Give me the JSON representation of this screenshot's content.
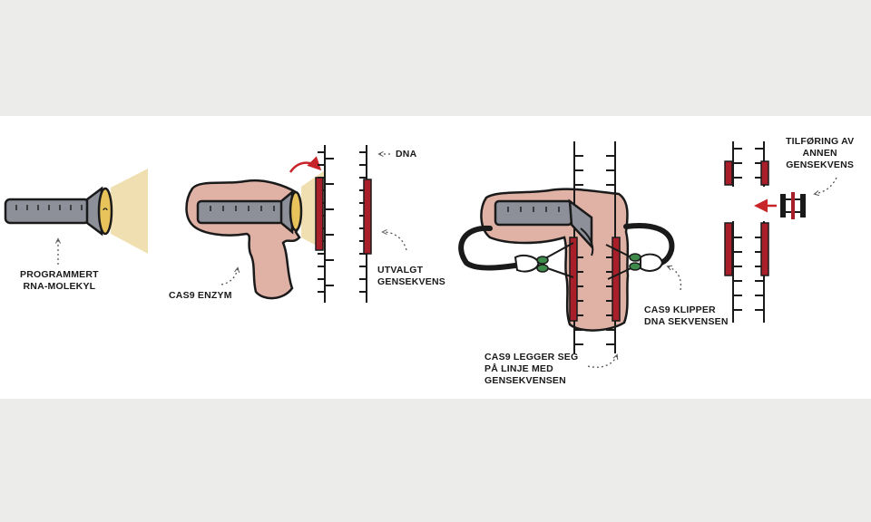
{
  "labels": {
    "rna": [
      "PROGRAMMERT",
      "RNA-MOLEKYL"
    ],
    "cas9_enzyme": "CAS9 ENZYM",
    "dna": "DNA",
    "target_sequence": [
      "UTVALGT",
      "GENSEKVENS"
    ],
    "cas9_aligns": [
      "CAS9 LEGGER SEG",
      "PÅ LINJE MED",
      "GENSEKVENSEN"
    ],
    "cas9_cuts": [
      "CAS9 KLIPPER",
      "DNA SEKVENSEN"
    ],
    "insertion": [
      "TILFØRING AV",
      "ANNEN",
      "GENSEKVENS"
    ]
  },
  "colors": {
    "background": "#ececea",
    "panel": "#ffffff",
    "flashlight_body": "#8d8f99",
    "enzyme": "#e0b2a6",
    "light_beam": "#f0dfb0",
    "gene_sequence": "#a81f2a",
    "outline": "#1a1a1a",
    "scissors": "#3e8a4a"
  }
}
